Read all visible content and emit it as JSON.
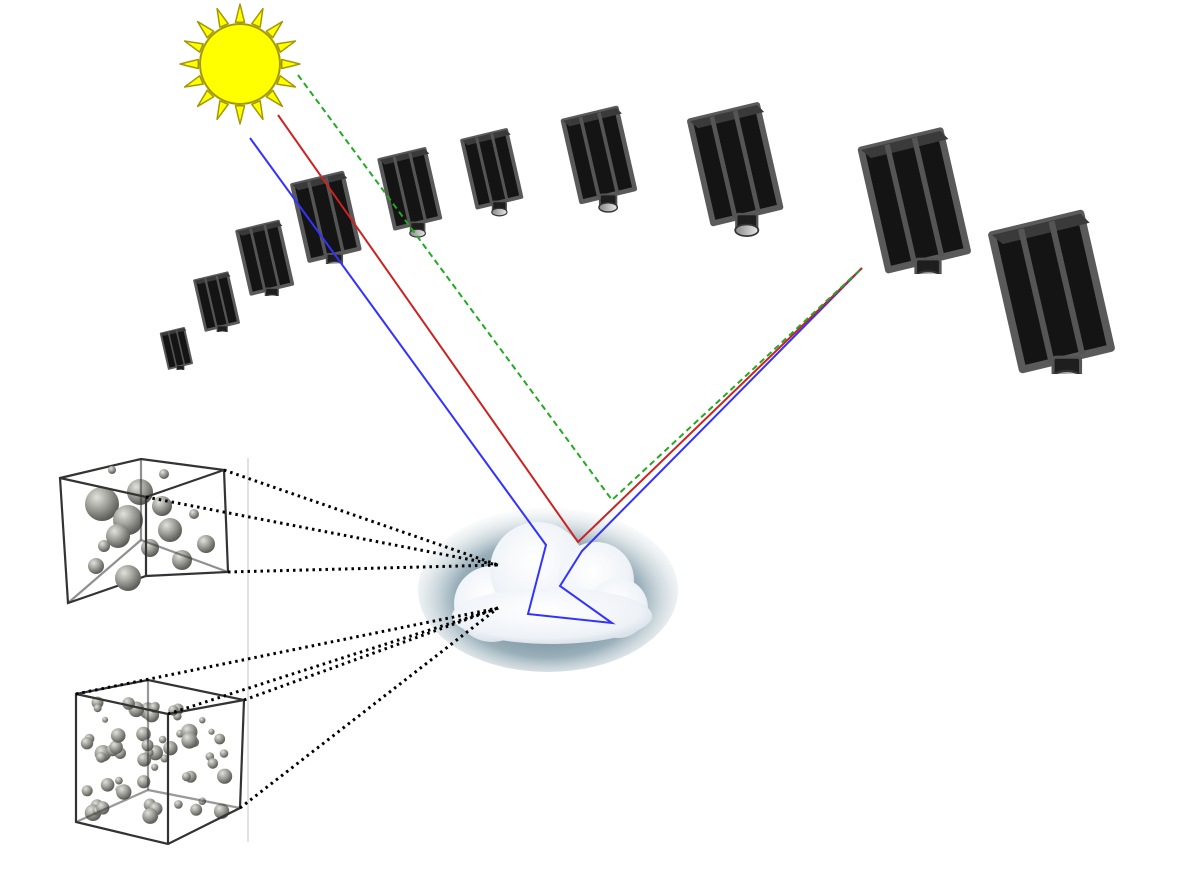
{
  "diagram": {
    "title": "",
    "sun": {
      "icon": "sun-icon",
      "fill": "#ffff00",
      "stroke": "#a39a00"
    },
    "cloud": {
      "icon": "cloud-icon",
      "glow": "#4d6f80",
      "body": "#f1f4f8"
    },
    "satellites": {
      "icon": "satellite-camera-icon",
      "count": 10,
      "body": "#111111",
      "frame": "#666666"
    },
    "rays": [
      {
        "name": "blue-ray",
        "color": "#3333ff",
        "style": "solid"
      },
      {
        "name": "red-ray",
        "color": "#cc2222",
        "style": "solid"
      },
      {
        "name": "green-ray",
        "color": "#22aa22",
        "style": "dashed"
      }
    ],
    "insets": [
      {
        "name": "large-particles-box",
        "icon": "particle-cube-icon",
        "particle_color": "#8c8c86"
      },
      {
        "name": "small-particles-box",
        "icon": "particle-cube-icon",
        "particle_color": "#8c8c86"
      }
    ],
    "zoom_lines": {
      "color": "#000000",
      "style": "dotted"
    }
  }
}
